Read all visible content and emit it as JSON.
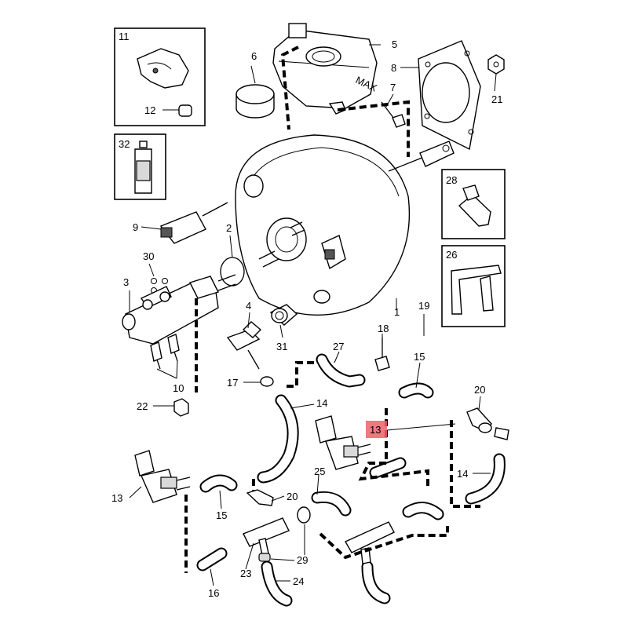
{
  "labels": {
    "n1": "1",
    "n2": "2",
    "n3": "3",
    "n4": "4",
    "n5": "5",
    "n6": "6",
    "n7": "7",
    "n8": "8",
    "n9": "9",
    "n10": "10",
    "n11": "11",
    "n12": "12",
    "n13a": "13",
    "n13b": "13",
    "n14a": "14",
    "n14b": "14",
    "n15a": "15",
    "n15b": "15",
    "n16": "16",
    "n17": "17",
    "n18": "18",
    "n19": "19",
    "n20a": "20",
    "n20b": "20",
    "n21": "21",
    "n22": "22",
    "n23": "23",
    "n24": "24",
    "n25": "25",
    "n26": "26",
    "n27": "27",
    "n28": "28",
    "n29": "29",
    "n30": "30",
    "n31": "31",
    "n32": "32"
  },
  "highlight": {
    "label": "13",
    "color": "#f0606a"
  },
  "reservoir_mark": "MAX"
}
